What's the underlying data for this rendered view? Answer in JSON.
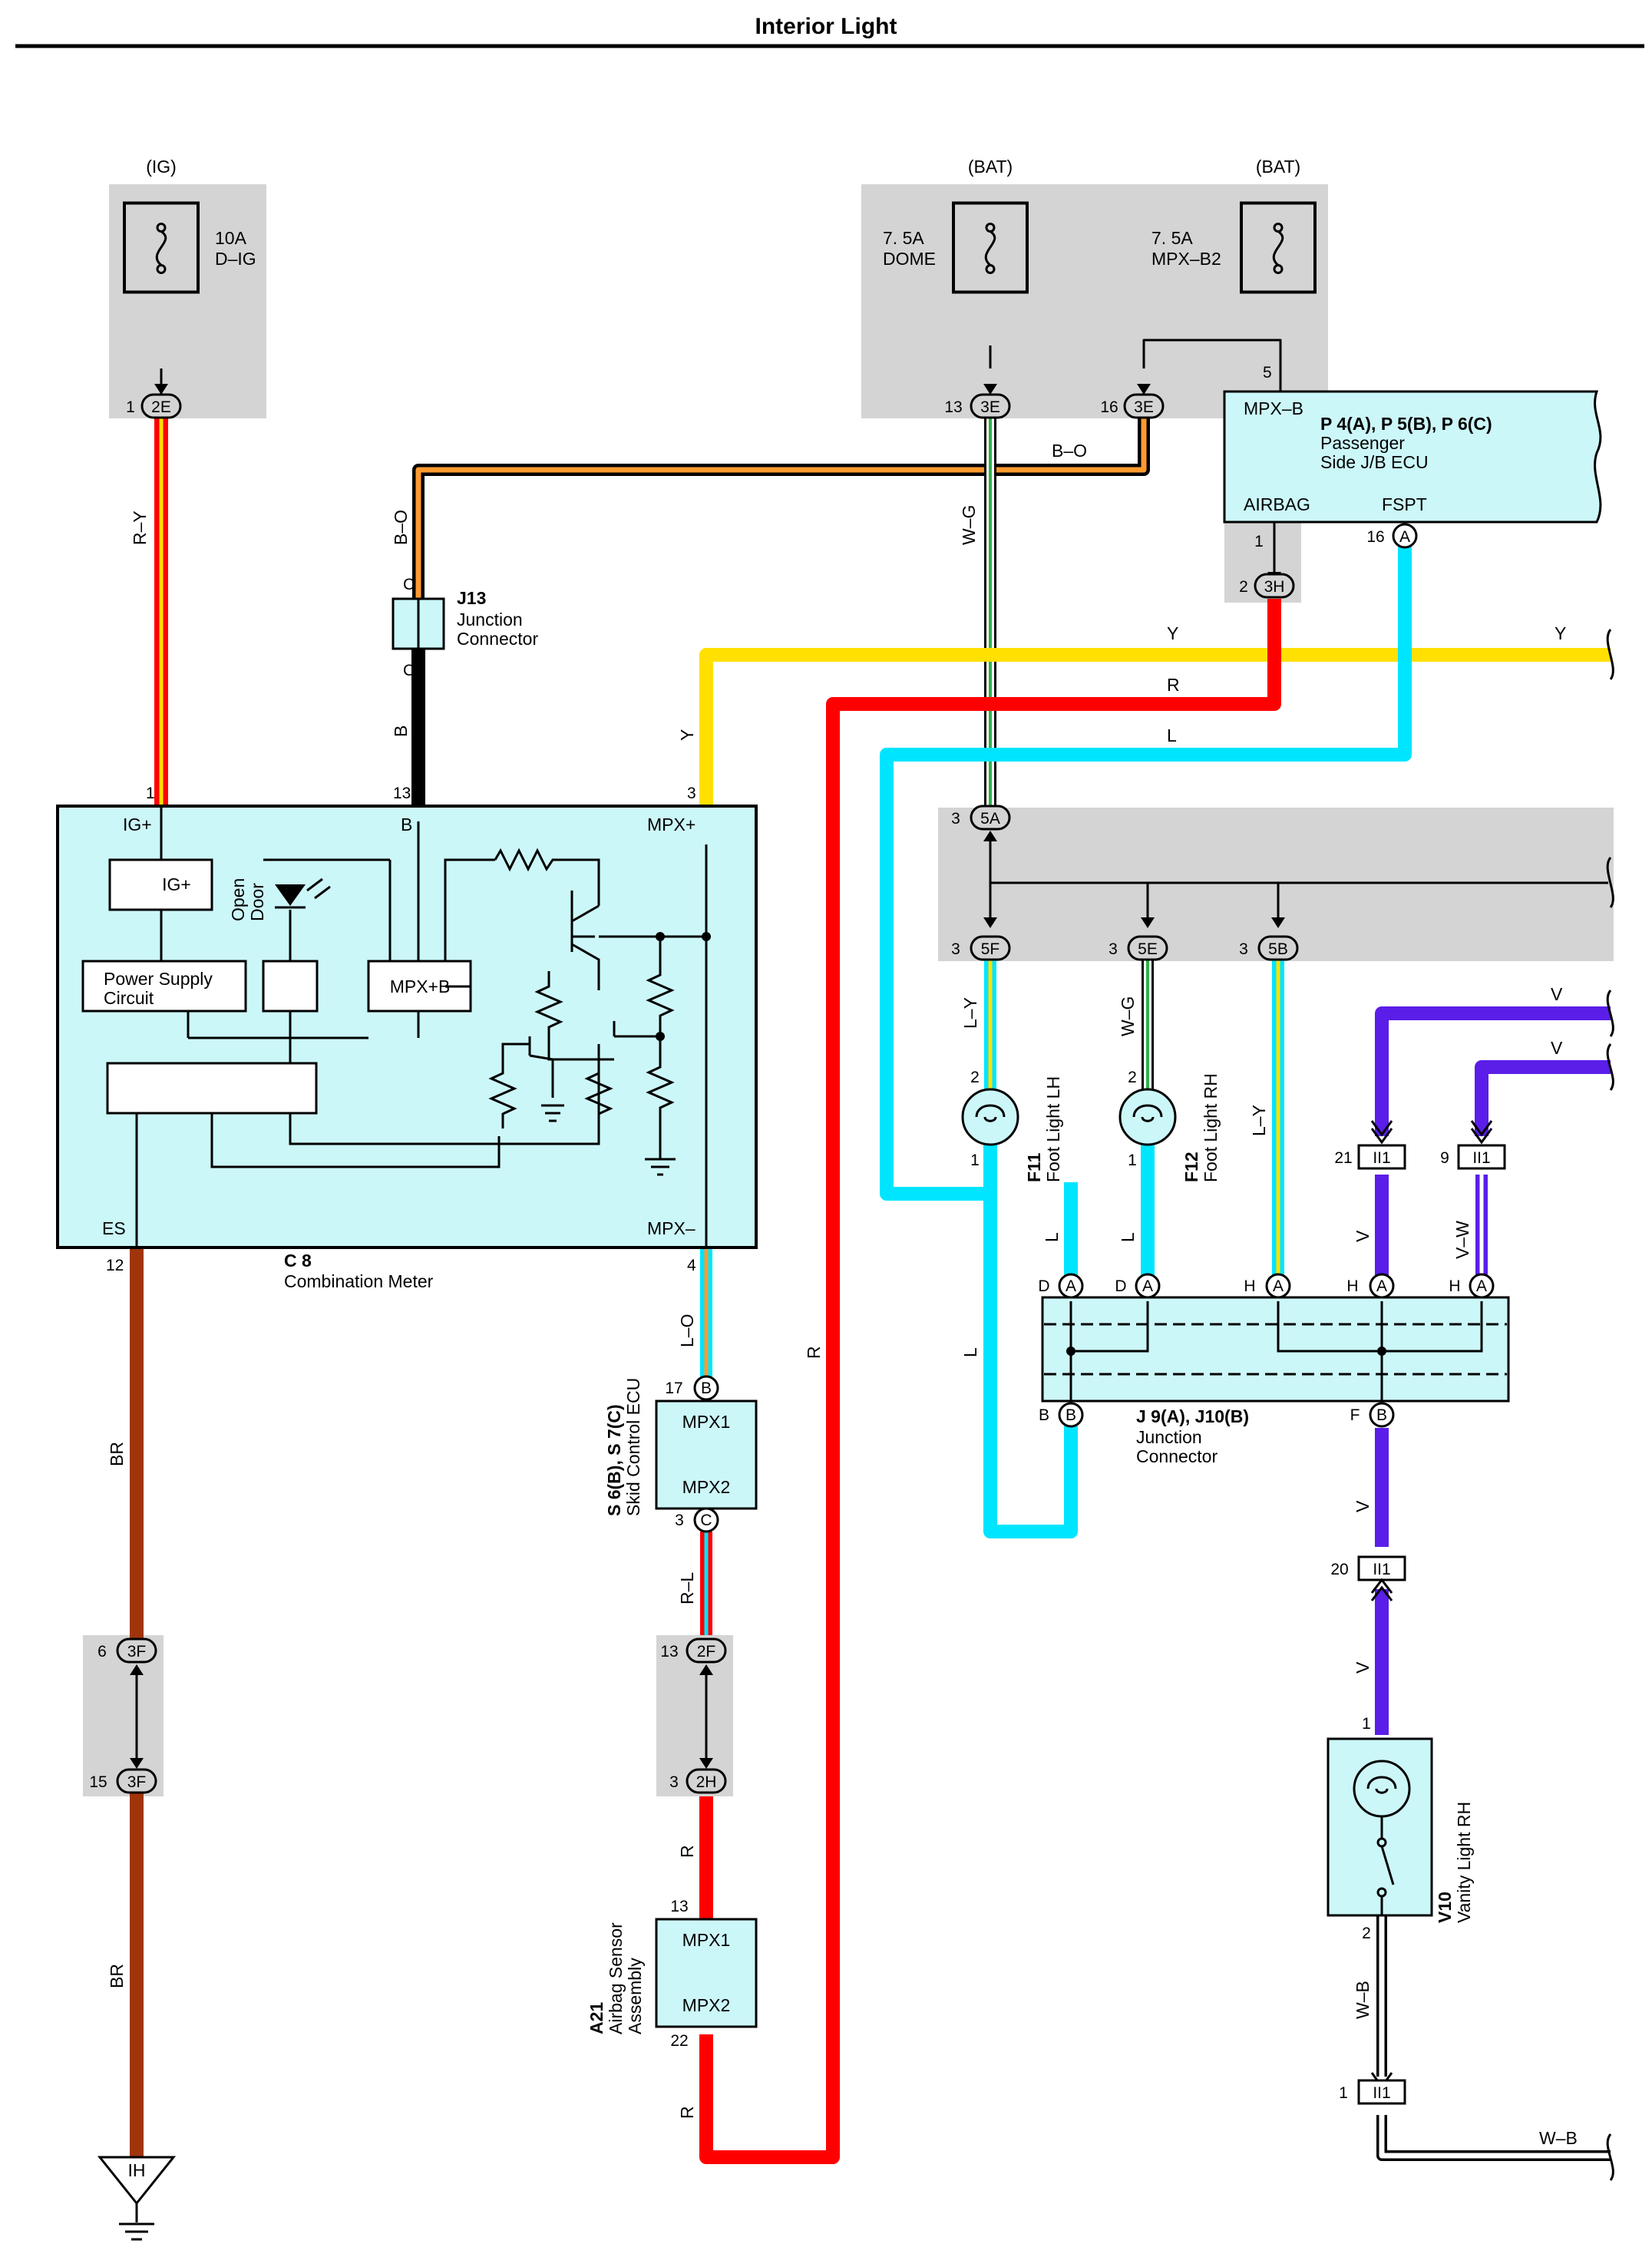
{
  "title": "Interior Light",
  "fuses": [
    {
      "id": "d-ig",
      "source": "(IG)",
      "rating": "10A",
      "name": "D–IG"
    },
    {
      "id": "dome",
      "source": "(BAT)",
      "rating": "7. 5A",
      "name": "DOME"
    },
    {
      "id": "mpx-b2",
      "source": "(BAT)",
      "rating": "7. 5A",
      "name": "MPX–B2"
    }
  ],
  "connectors": {
    "c2e": {
      "code": "2E",
      "pin": "1"
    },
    "c3e_13": {
      "code": "3E",
      "pin": "13"
    },
    "c3e_16": {
      "code": "3E",
      "pin": "16"
    },
    "c3h_upper_pin": "1",
    "c3h": {
      "code": "3H",
      "pin": "2"
    },
    "fspt": {
      "code": "A",
      "pin": "16"
    },
    "c5a": {
      "code": "5A",
      "pin": "3"
    },
    "c5f": {
      "code": "5F",
      "pin": "3"
    },
    "c5e": {
      "code": "5E",
      "pin": "3"
    },
    "c5b": {
      "code": "5B",
      "pin": "3"
    },
    "c3f_top": {
      "code": "3F",
      "pin": "6"
    },
    "c3f_bot": {
      "code": "3F",
      "pin": "15"
    },
    "c2f": {
      "code": "2F",
      "pin": "13"
    },
    "c2h": {
      "code": "2H",
      "pin": "3"
    },
    "ih": {
      "code": "IH"
    },
    "ii1_21": {
      "code": "II1",
      "pin": "21"
    },
    "ii1_9": {
      "code": "II1",
      "pin": "9"
    },
    "ii1_20": {
      "code": "II1",
      "pin": "20"
    },
    "ii1_1": {
      "code": "II1",
      "pin": "1"
    }
  },
  "components": {
    "j13": {
      "id": "J13",
      "name": "Junction",
      "name2": "Connector",
      "pin_top": "C",
      "pin_bottom": "C"
    },
    "c8": {
      "id": "C 8",
      "name": "Combination Meter",
      "pins": {
        "ig": "1",
        "b": "13",
        "mpx_plus": "3",
        "es": "12",
        "mpx_minus": "4"
      },
      "labels": {
        "ig": "IG+",
        "b": "B",
        "mpx_plus": "MPX+",
        "es": "ES",
        "mpx_minus": "MPX–",
        "ig_box": "IG+",
        "power_supply": "Power Supply",
        "circuit": "Circuit",
        "mpx_b": "MPX+B",
        "open": "Open",
        "door": "Door"
      }
    },
    "passenger_ecu": {
      "id": "P 4(A), P 5(B), P 6(C)",
      "name": "Passenger",
      "name2": "Side J/B ECU",
      "labels": {
        "mpx_b": "MPX–B",
        "airbag": "AIRBAG",
        "fspt": "FSPT"
      },
      "pin_mpx_b": "5"
    },
    "s6": {
      "id": "S 6(B), S 7(C)",
      "name": "Skid Control ECU",
      "labels": {
        "mpx1": "MPX1",
        "mpx2": "MPX2"
      },
      "pin_top": "17",
      "conn_top": "B",
      "pin_bottom": "3",
      "conn_bottom": "C"
    },
    "a21": {
      "id": "A21",
      "name": "Airbag Sensor",
      "name2": "Assembly",
      "labels": {
        "mpx1": "MPX1",
        "mpx2": "MPX2"
      },
      "pin_top": "13",
      "pin_bottom": "22"
    },
    "f11": {
      "id": "F11",
      "name": "Foot Light LH",
      "pin_top": "2",
      "pin_bottom": "1"
    },
    "f12": {
      "id": "F12",
      "name": "Foot Light RH",
      "pin_top": "2",
      "pin_bottom": "1"
    },
    "j9": {
      "id": "J 9(A), J10(B)",
      "name": "Junction",
      "name2": "Connector",
      "top_pins": [
        {
          "pin": "D",
          "conn": "A"
        },
        {
          "pin": "D",
          "conn": "A"
        },
        {
          "pin": "H",
          "conn": "A"
        },
        {
          "pin": "H",
          "conn": "A"
        },
        {
          "pin": "H",
          "conn": "A"
        }
      ],
      "bottom_pins": [
        {
          "pin": "B",
          "conn": "B"
        },
        {
          "pin": "F",
          "conn": "B"
        }
      ]
    },
    "v10": {
      "id": "V10",
      "name": "Vanity Light RH",
      "pin_top": "1",
      "pin_bottom": "2"
    }
  },
  "wires": {
    "r_y": "R–Y",
    "b_o_h": "B–O",
    "b_o_v": "B–O",
    "b": "B",
    "w_g": "W–G",
    "y_left": "Y",
    "y_mid": "Y",
    "y_right": "Y",
    "r_top": "R",
    "l_top": "L",
    "r_long": "R",
    "l_o": "L–O",
    "r_l": "R–L",
    "r_a21_top": "R",
    "r_a21_bot": "R",
    "br_top": "BR",
    "br_bot": "BR",
    "l_y_f11": "L–Y",
    "w_g_f12": "W–G",
    "l_y_5b": "L–Y",
    "l_f11": "L",
    "l_f12": "L",
    "l_loop": "L",
    "v_top1": "V",
    "v_top2": "V",
    "v_mid": "V",
    "v_w": "V–W",
    "v_j9": "V",
    "v_ii1": "V",
    "w_b_v": "W–B",
    "w_b_h": "W–B"
  },
  "colors": {
    "red": "#ff0000",
    "yellow": "#ffe000",
    "cyan": "#00e5ff",
    "brown": "#a0350c",
    "violet": "#5a1ee8",
    "orange": "#ff9a2e",
    "green": "#2fb14a",
    "comp_fill": "#ccf7f9",
    "shade": "#d4d4d4"
  }
}
